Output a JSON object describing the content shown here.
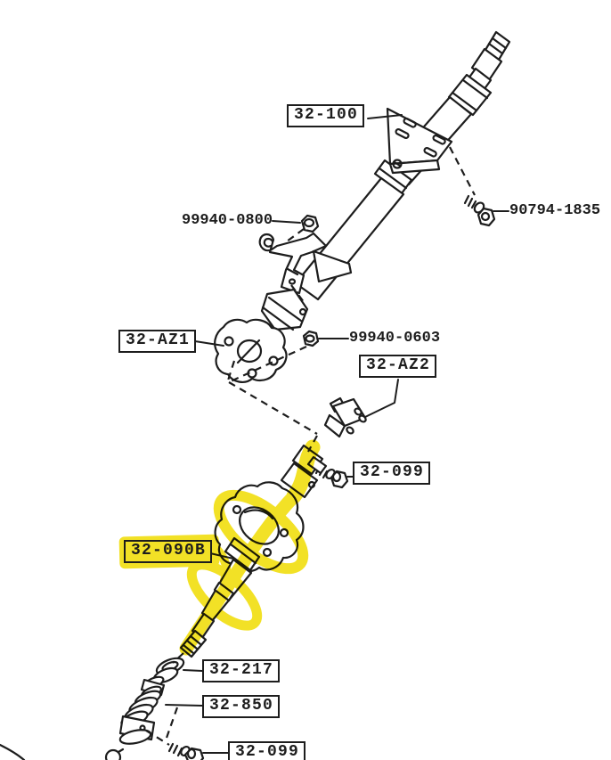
{
  "diagram": {
    "type": "exploded-parts-diagram",
    "subject": "Steering column assembly",
    "background": "#ffffff",
    "line_color": "#1d1d1d",
    "highlight_color": "#f2e126",
    "highlighted_part": "32-090B",
    "callouts": [
      {
        "text": "32-100",
        "style": "boxed",
        "highlighted": false
      },
      {
        "text": "99940-0800",
        "style": "plain",
        "highlighted": false
      },
      {
        "text": "90794-1835",
        "style": "plain",
        "highlighted": false
      },
      {
        "text": "32-AZ1",
        "style": "boxed",
        "highlighted": false
      },
      {
        "text": "99940-0603",
        "style": "plain",
        "highlighted": false
      },
      {
        "text": "32-AZ2",
        "style": "boxed",
        "highlighted": false
      },
      {
        "text": "32-099",
        "style": "boxed",
        "highlighted": false
      },
      {
        "text": "32-090B",
        "style": "boxed",
        "highlighted": true
      },
      {
        "text": "32-217",
        "style": "boxed",
        "highlighted": false
      },
      {
        "text": "32-850",
        "style": "boxed",
        "highlighted": false
      },
      {
        "text": "32-099",
        "style": "boxed",
        "highlighted": false
      }
    ]
  }
}
